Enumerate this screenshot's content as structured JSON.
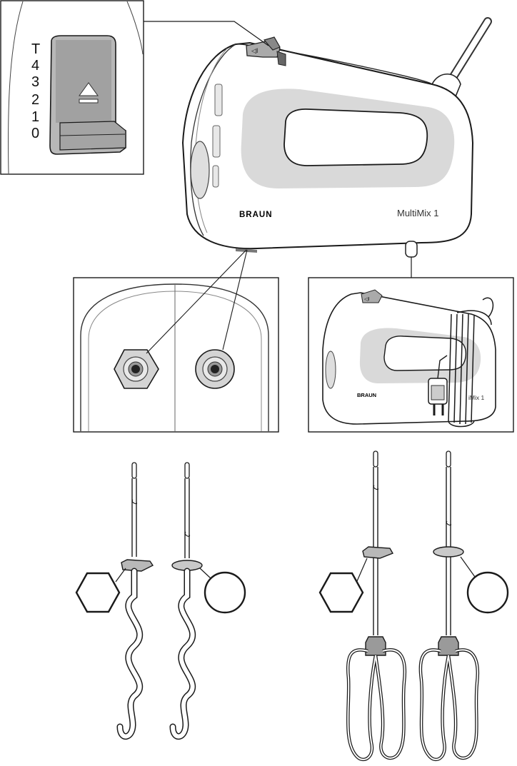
{
  "switch_detail": {
    "speed_labels": [
      "T",
      "4",
      "3",
      "2",
      "1",
      "0"
    ]
  },
  "mixer": {
    "brand": "BRAUN",
    "model": "MultiMix 1",
    "switch_mark": "◁I"
  },
  "stored_view": {
    "brand": "BRAUN",
    "model_partial": "iMix 1"
  },
  "icons": {
    "hexagon": "hexagon-icon",
    "circle": "circle-icon",
    "eject": "eject-triangle-icon"
  }
}
